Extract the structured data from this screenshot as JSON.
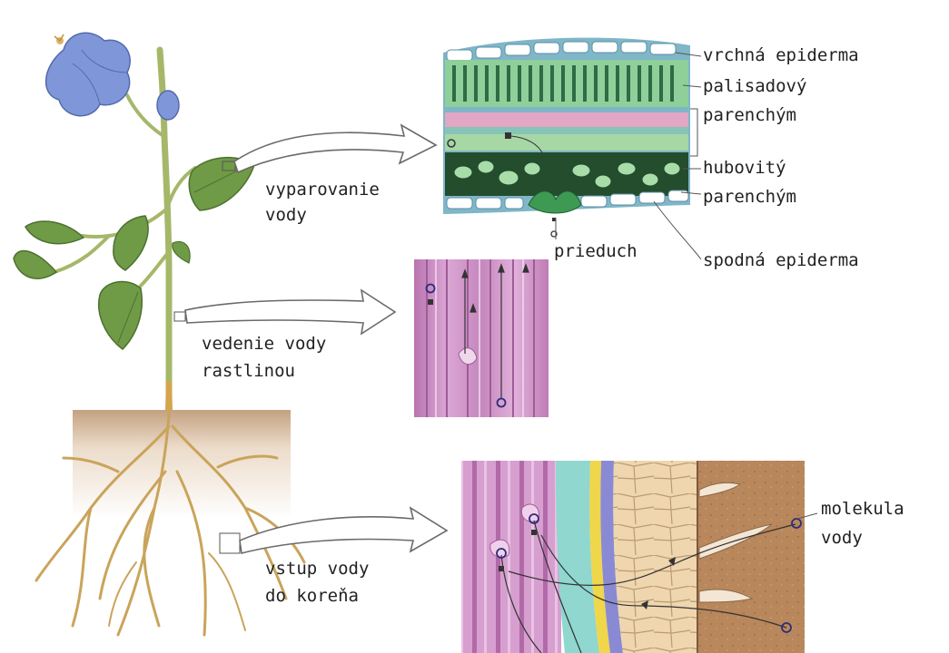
{
  "labels": {
    "vyparovanie": "vyparovanie",
    "vyparovanie_2": "vody",
    "vedenie": "vedenie vody",
    "vedenie_2": "rastlinou",
    "vstup": "vstup vody",
    "vstup_2": "do koreňa",
    "vrchna_epiderma": "vrchná epiderma",
    "palisadovy": "palisadový",
    "palisadovy_2": "parenchým",
    "hubovity": "hubovitý",
    "hubovity_2": "parenchým",
    "prieduch": "prieduch",
    "spodna_epiderma": "spodná epiderma",
    "molekula": "molekula",
    "molekula_2": "vody"
  },
  "colors": {
    "stem": "#a5b86a",
    "leaf": "#6f9a46",
    "flower": "#7f97d8",
    "root": "#c9a45a",
    "xylem": "#c98bc3",
    "epidermis": "#7fb6c8",
    "palisade": "#8fcf9a",
    "spongy": "#3e7b4e",
    "soil": "#b98a60",
    "cortex": "#eccfa4"
  }
}
